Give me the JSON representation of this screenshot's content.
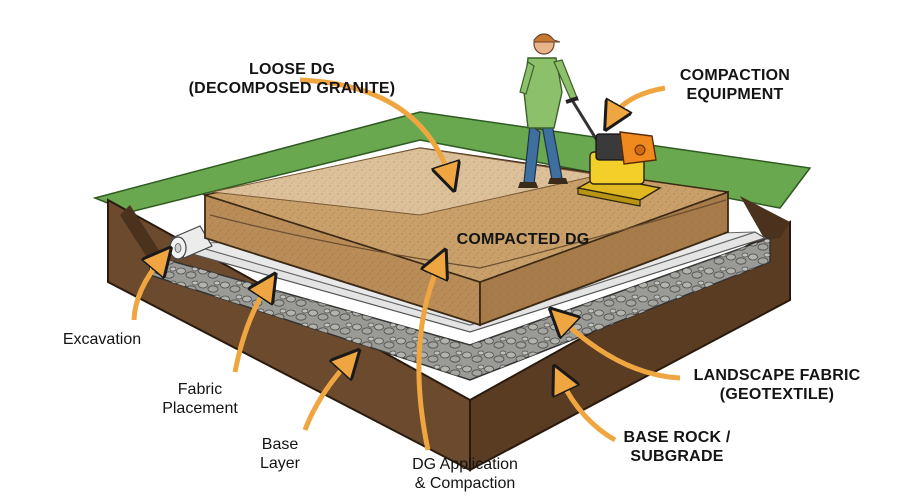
{
  "labels": {
    "loose_dg": {
      "line1": "LOOSE DG",
      "line2": "(DECOMPOSED GRANITE)"
    },
    "compaction_equipment": {
      "line1": "COMPACTION",
      "line2": "EQUIPMENT"
    },
    "compacted_dg": {
      "line1": "COMPACTED DG"
    },
    "excavation": {
      "line1": "Excavation"
    },
    "fabric_placement": {
      "line1": "Fabric",
      "line2": "Placement"
    },
    "base_layer": {
      "line1": "Base",
      "line2": "Layer"
    },
    "dg_application": {
      "line1": "DG Application",
      "line2": "& Compaction"
    },
    "landscape_fabric": {
      "line1": "LANDSCAPE FABRIC",
      "line2": "(GEOTEXTILE)"
    },
    "base_rock": {
      "line1": "BASE ROCK /",
      "line2": "SUBGRADE"
    }
  },
  "colors": {
    "grass": "#6aa84f",
    "soil": "#6b4a2e",
    "soil_dark": "#4a321d",
    "gravel": "#9a9a96",
    "fabric": "#e4e4e4",
    "compacted_dg": "#c9a06a",
    "loose_dg": "#dcc09a",
    "arrow": "#f0a640",
    "shirt": "#8cc06a",
    "jeans": "#3f6f9e",
    "compactor": "#f08a1e"
  }
}
